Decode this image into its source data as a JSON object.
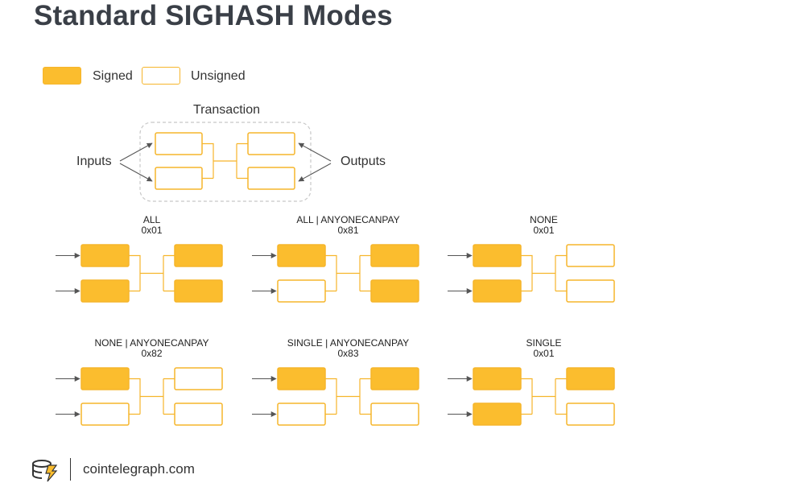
{
  "title": "Standard SIGHASH Modes",
  "colors": {
    "signed": "#fbbd2e",
    "border": "#f6b52b",
    "line": "#f6b52b",
    "arrow": "#555555",
    "dashed": "#c8c8c8"
  },
  "legend": {
    "signed": "Signed",
    "unsigned": "Unsigned"
  },
  "transaction": {
    "label": "Transaction",
    "inputs": "Inputs",
    "outputs": "Outputs"
  },
  "modes": [
    {
      "name": "ALL",
      "code": "0x01",
      "inputs": [
        true,
        true
      ],
      "outputs": [
        true,
        true
      ]
    },
    {
      "name": "ALL | ANYONECANPAY",
      "code": "0x81",
      "inputs": [
        true,
        false
      ],
      "outputs": [
        true,
        true
      ]
    },
    {
      "name": "NONE",
      "code": "0x01",
      "inputs": [
        true,
        true
      ],
      "outputs": [
        false,
        false
      ]
    },
    {
      "name": "NONE | ANYONECANPAY",
      "code": "0x82",
      "inputs": [
        true,
        false
      ],
      "outputs": [
        false,
        false
      ]
    },
    {
      "name": "SINGLE | ANYONECANPAY",
      "code": "0x83",
      "inputs": [
        true,
        false
      ],
      "outputs": [
        true,
        false
      ]
    },
    {
      "name": "SINGLE",
      "code": "0x01",
      "inputs": [
        true,
        true
      ],
      "outputs": [
        true,
        false
      ]
    }
  ],
  "footer": {
    "site": "cointelegraph.com",
    "logo": "cointelegraph-logo-icon"
  }
}
